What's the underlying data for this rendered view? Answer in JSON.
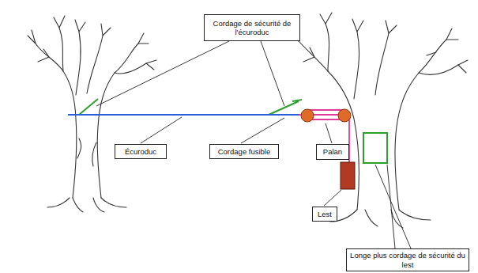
{
  "diagram": {
    "nodes": [
      {
        "text": [
          "Cordage de sécurité de l'écuroduc"
        ]
      },
      {
        "text": [
          "Écuroduc"
        ]
      },
      {
        "text": [
          "Cordage fusible"
        ]
      },
      {
        "text": [
          "Palan"
        ]
      },
      {
        "text": [
          "Lest"
        ]
      },
      {
        "text": [
          "Longe plus cordage de sécurité du lest"
        ]
      }
    ]
  }
}
